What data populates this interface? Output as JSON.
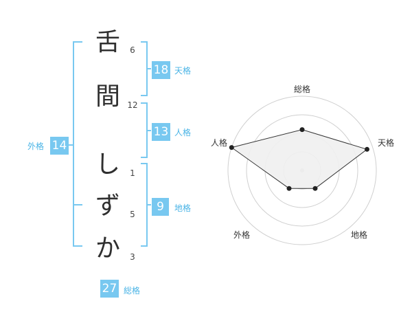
{
  "name_chars": [
    {
      "char": "舌",
      "strokes": "6"
    },
    {
      "char": "間",
      "strokes": "12"
    },
    {
      "char": "し",
      "strokes": "1"
    },
    {
      "char": "ず",
      "strokes": "5"
    },
    {
      "char": "か",
      "strokes": "3"
    }
  ],
  "fortunes": {
    "tenkaku": {
      "value": "18",
      "label": "天格"
    },
    "jinkaku": {
      "value": "13",
      "label": "人格"
    },
    "chikaku": {
      "value": "9",
      "label": "地格"
    },
    "gaikaku": {
      "value": "14",
      "label": "外格"
    },
    "soukaku": {
      "value": "27",
      "label": "総格"
    }
  },
  "colors": {
    "accent": "#78c8f0",
    "accent_text": "#4ab4e6",
    "radar_fill": "#f0f0f0",
    "radar_line": "#333333",
    "ring": "#cfcfcf"
  },
  "chart_data": {
    "type": "radar",
    "axes": [
      "総格",
      "天格",
      "地格",
      "外格",
      "人格"
    ],
    "values": [
      0.55,
      0.92,
      0.3,
      0.3,
      1.0
    ],
    "range": [
      0,
      1
    ],
    "rings": 4
  }
}
